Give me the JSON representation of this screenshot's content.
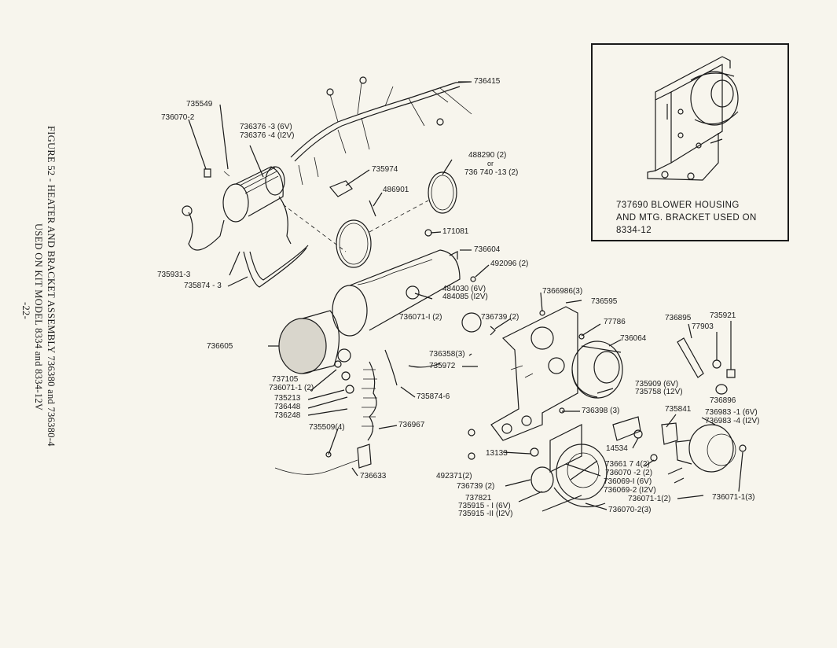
{
  "caption": {
    "line1": "FIGURE 52 - HEATER AND BRACKET ASSEMBLY 736380 and 736380-4",
    "line2": "USED ON KIT MODEL 8334 and 8334-12V",
    "page": "-22-"
  },
  "inset": {
    "line1": "737690 BLOWER HOUSING",
    "line2": "AND MTG. BRACKET USED ON",
    "line3": "8334-12"
  },
  "labels": {
    "l735549": "735549",
    "l736070_2a": "736070-2",
    "l736376_3": "736376 -3 (6V)",
    "l736376_4": "736376 -4 (I2V)",
    "l736415": "736415",
    "l488290": "488290 (2)",
    "lor": "or",
    "l736740": "736 740 -13 (2)",
    "l735974": "735974",
    "l486901": "486901",
    "l171081": "171081",
    "l736604": "736604",
    "l492096": "492096 (2)",
    "l735931": "735931-3",
    "l735874_3": "735874 - 3",
    "l484030": "484030 (6V)",
    "l484085": "484085 (I2V)",
    "l7366986": "7366986(3)",
    "l736595": "736595",
    "l736071_1a": "736071-I (2)",
    "l736739a": "736739 (2)",
    "l77786": "77786",
    "l736895": "736895",
    "l735921": "735921",
    "l77903": "77903",
    "l736064": "736064",
    "l736605": "736605",
    "l736358": "736358(3)",
    "l735972": "735972",
    "l737105": "737105",
    "l736071_1b": "736071-1 (2)",
    "l735213": "735213",
    "l736448": "736448",
    "l736248": "736248",
    "l735874_6": "735874-6",
    "l735909": "735909 (6V)",
    "l735758": "735758     (12V)",
    "l736896": "736896",
    "l736398": "736398 (3)",
    "l735841": "735841",
    "l736983_1": "736983 -1 (6V)",
    "l736983_4": "736983 -4 (I2V)",
    "l735509": "735509(4)",
    "l736967": "736967",
    "l14534": "14534",
    "l13133": "13133",
    "l736617": "73661 7 4(2)",
    "l736070_2b": "736070 -2 (2)",
    "l736069_1": "736069-I (6V)",
    "l736069_2": "736069-2 (I2V)",
    "l736071_1c": "736071-1(2)",
    "l736071_1d": "736071-1(3)",
    "l736633": "736633",
    "l492371": "492371(2)",
    "l736739b": "736739 (2)",
    "l737821": "737821",
    "l735915_1": "735915 - I (6V)",
    "l735915_11": "735915 -II (I2V)",
    "l736070_2c": "736070-2(3)"
  }
}
